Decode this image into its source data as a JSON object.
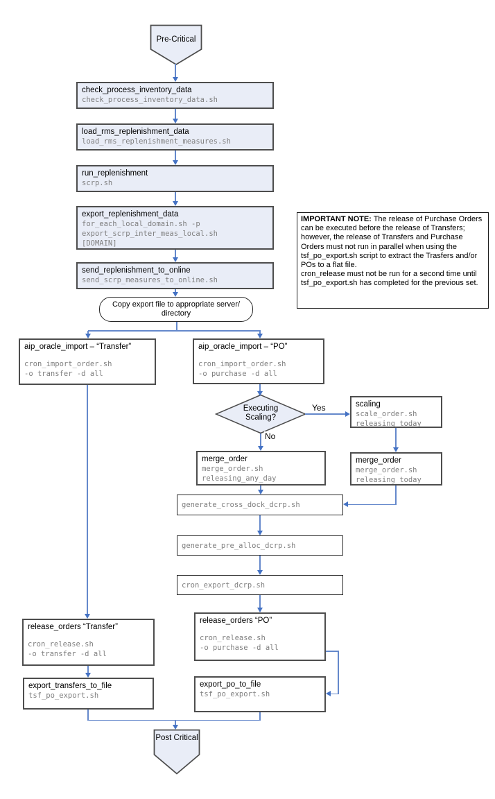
{
  "terminators": {
    "start": "Pre-Critical",
    "end": "Post Critical"
  },
  "decision": {
    "question": "Executing Scaling?",
    "yes_label": "Yes",
    "no_label": "No"
  },
  "copy_step": "Copy export file to appropriate server/ directory",
  "note": {
    "title": "IMPORTANT NOTE:",
    "body": " The release of Purchase Orders can be executed before the release of Transfers; however, the release of Transfers and Purchase Orders must not run in parallel when using the tsf_po_export.sh script to extract the Trasfers and/or POs to a flat file.\ncron_release must not be run for a second time until tsf_po_export.sh has completed for the previous set."
  },
  "nodes": {
    "check_inv": {
      "title": "check_process_inventory_data",
      "script": "check_process_inventory_data.sh"
    },
    "load_rms": {
      "title": "load_rms_replenishment_data",
      "script": "load_rms_replenishment_measures.sh"
    },
    "run_repl": {
      "title": "run_replenishment",
      "script": "scrp.sh"
    },
    "export_repl": {
      "title": "export_replenishment_data",
      "script": "for_each_local_domain.sh -p\nexport_scrp_inter_meas_local.sh\n[DOMAIN]"
    },
    "send_repl": {
      "title": "send_replenishment_to_online",
      "script": "send_scrp_measures_to_online.sh"
    },
    "aip_transfer": {
      "title": "aip_oracle_import – “Transfer”",
      "script": "cron_import_order.sh\n-o transfer -d all"
    },
    "aip_po": {
      "title": "aip_oracle_import – “PO”",
      "script": "cron_import_order.sh\n-o purchase -d all"
    },
    "scaling": {
      "title": "scaling",
      "script": "scale_order.sh\nreleasing_today"
    },
    "merge_any_day": {
      "title": "merge_order",
      "script": "merge_order.sh\nreleasing_any_day"
    },
    "merge_today": {
      "title": "merge_order",
      "script": "merge_order.sh\nreleasing today"
    },
    "gen_cross_dock": {
      "script": "generate_cross_dock_dcrp.sh"
    },
    "gen_pre_alloc": {
      "script": "generate_pre_alloc_dcrp.sh"
    },
    "cron_export": {
      "script": "cron_export_dcrp.sh"
    },
    "release_transfer": {
      "title": "release_orders “Transfer”",
      "script": "cron_release.sh\n-o transfer -d all"
    },
    "release_po": {
      "title": "release_orders “PO”",
      "script": "cron_release.sh\n-o purchase -d all"
    },
    "export_transfers": {
      "title": "export_transfers_to_file",
      "script": "tsf_po_export.sh"
    },
    "export_po": {
      "title": "export_po_to_file",
      "script": "tsf_po_export.sh"
    }
  }
}
